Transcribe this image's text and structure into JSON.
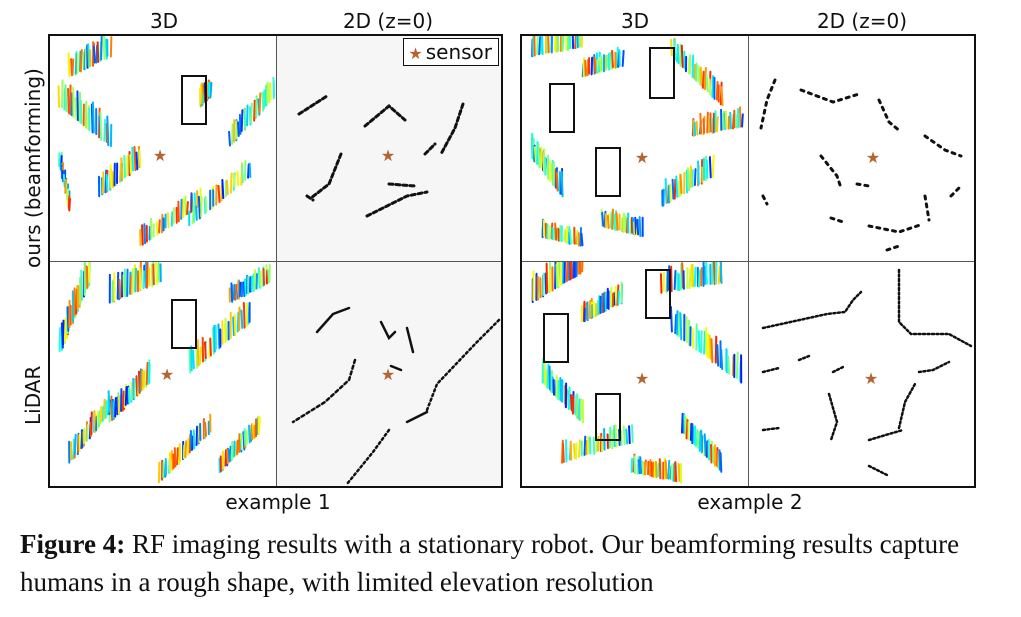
{
  "figure": {
    "col_labels": [
      "3D",
      "2D (z=0)",
      "3D",
      "2D (z=0)"
    ],
    "row_labels": [
      "ours (beamforming)",
      "LiDAR"
    ],
    "example_labels": [
      "example 1",
      "example 2"
    ],
    "legend_label": "sensor",
    "legend_icon": "star-icon",
    "sensor_color": "#b5632f",
    "box_color": "#111111"
  },
  "caption": {
    "label": "Figure 4:",
    "text": "RF imaging results with a stationary robot. Our beamforming results capture humans in a rough shape, with limited elevation resolution"
  }
}
